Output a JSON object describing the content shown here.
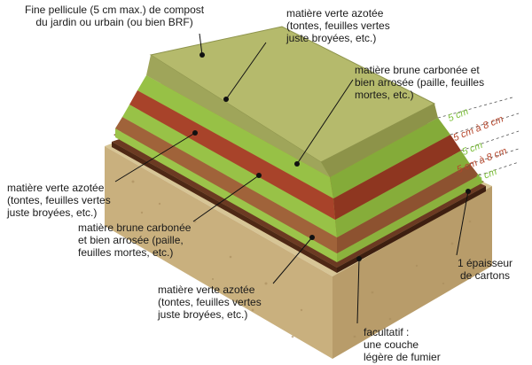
{
  "labels": {
    "top_compost": [
      "Fine pellicule (5 cm max.) de compost",
      "du jardin ou urbain (ou bien BRF)"
    ],
    "green_top": [
      "matière verte azotée",
      "(tontes, feuilles vertes",
      "juste broyées, etc.)"
    ],
    "brown_top": [
      "matière brune carbonée et",
      "bien arrosée (paille, feuilles",
      "mortes, etc.)"
    ],
    "green_left": [
      "matière verte azotée",
      "(tontes, feuilles vertes",
      "juste broyées, etc.)"
    ],
    "brown_mid": [
      "matière brune carbonée",
      "et bien arrosée (paille,",
      "feuilles mortes, etc.)"
    ],
    "green_bottom": [
      "matière verte azotée",
      "(tontes, feuilles vertes",
      "juste broyées, etc.)"
    ],
    "cartons": [
      "1 épaisseur",
      "de cartons"
    ],
    "fumier": [
      "facultatif :",
      "une couche",
      "légère de fumier"
    ]
  },
  "thickness": [
    {
      "text": "5 cm",
      "color": "#7cbf3a"
    },
    {
      "text": "5 cm à 8 cm",
      "color": "#b5452a"
    },
    {
      "text": "5 cm",
      "color": "#7cbf3a"
    },
    {
      "text": "5 cm à 8 cm",
      "color": "#b5452a"
    },
    {
      "text": "5 cm",
      "color": "#7cbf3a"
    }
  ],
  "colors": {
    "compost_top": "#b3b86a",
    "green_layer": "#a8cf52",
    "red_brown_layer": "#b04a2e",
    "brown_layer": "#a86a40",
    "soil": "#cdb889",
    "cardboard": "#6b3a22"
  }
}
